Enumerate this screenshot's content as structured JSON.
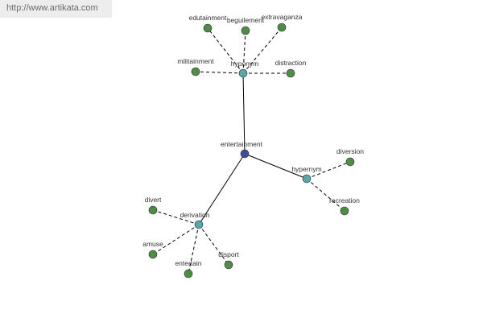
{
  "source_link": "http://www.artikata.com",
  "colors": {
    "center_node": "#3f4f96",
    "relation_node": "#5aa7a8",
    "term_node": "#4f8d47",
    "node_outline": "#2a2a2a",
    "edge": "#000000",
    "label": "#333333"
  },
  "center": {
    "label": "entertainment"
  },
  "relations": [
    {
      "label": "hyponym",
      "terms": [
        "edutainment",
        "beguilement",
        "extravaganza",
        "militainment",
        "distraction"
      ]
    },
    {
      "label": "hypernym",
      "terms": [
        "diversion",
        "recreation"
      ]
    },
    {
      "label": "derivation",
      "terms": [
        "divert",
        "amuse",
        "entertain",
        "disport"
      ]
    }
  ]
}
